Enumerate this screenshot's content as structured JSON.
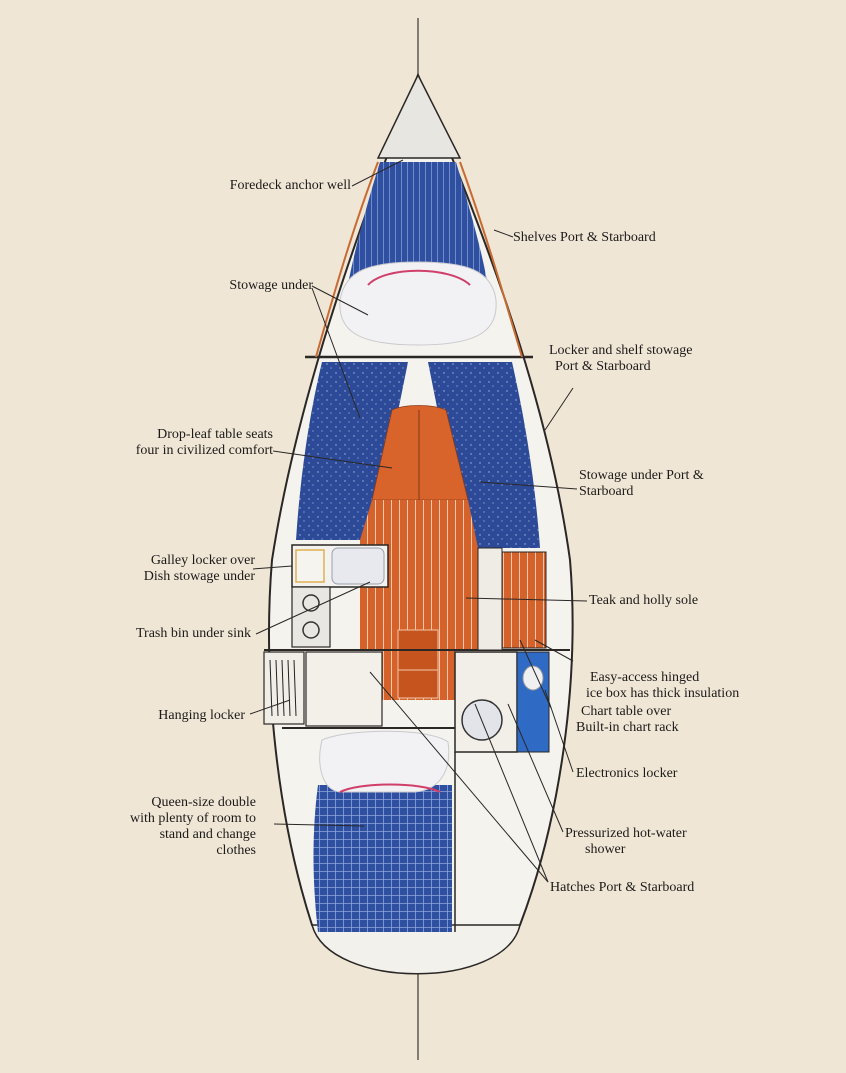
{
  "colors": {
    "background": "#efe6d6",
    "hull": "#f5f3ee",
    "cushion_blue": "#2f4fa0",
    "teak": "#d4622a",
    "leader": "#2a2725"
  },
  "labels": {
    "foredeck": [
      "Foredeck anchor well"
    ],
    "shelves": [
      "Shelves Port & Starboard"
    ],
    "stowage_under": [
      "Stowage under"
    ],
    "locker_shelf": [
      "Locker and shelf stowage",
      "Port & Starboard"
    ],
    "drop_leaf": [
      "Drop-leaf table seats",
      "four in civilized comfort"
    ],
    "stowage_under_ps": [
      "Stowage under Port &",
      "Starboard"
    ],
    "galley": [
      "Galley locker over",
      "Dish stowage under"
    ],
    "teak_holly": [
      "Teak and holly sole"
    ],
    "trash": [
      "Trash bin under sink"
    ],
    "icebox": [
      "Easy-access hinged",
      "ice box has thick insulation"
    ],
    "chart_table": [
      "Chart table over",
      "Built-in chart rack"
    ],
    "hanging": [
      "Hanging locker"
    ],
    "electronics": [
      "Electronics locker"
    ],
    "queen": [
      "Queen-size double",
      "with plenty of room to",
      "stand and change",
      "clothes"
    ],
    "shower": [
      "Pressurized hot-water",
      "shower"
    ],
    "hatches": [
      "Hatches Port & Starboard"
    ]
  }
}
